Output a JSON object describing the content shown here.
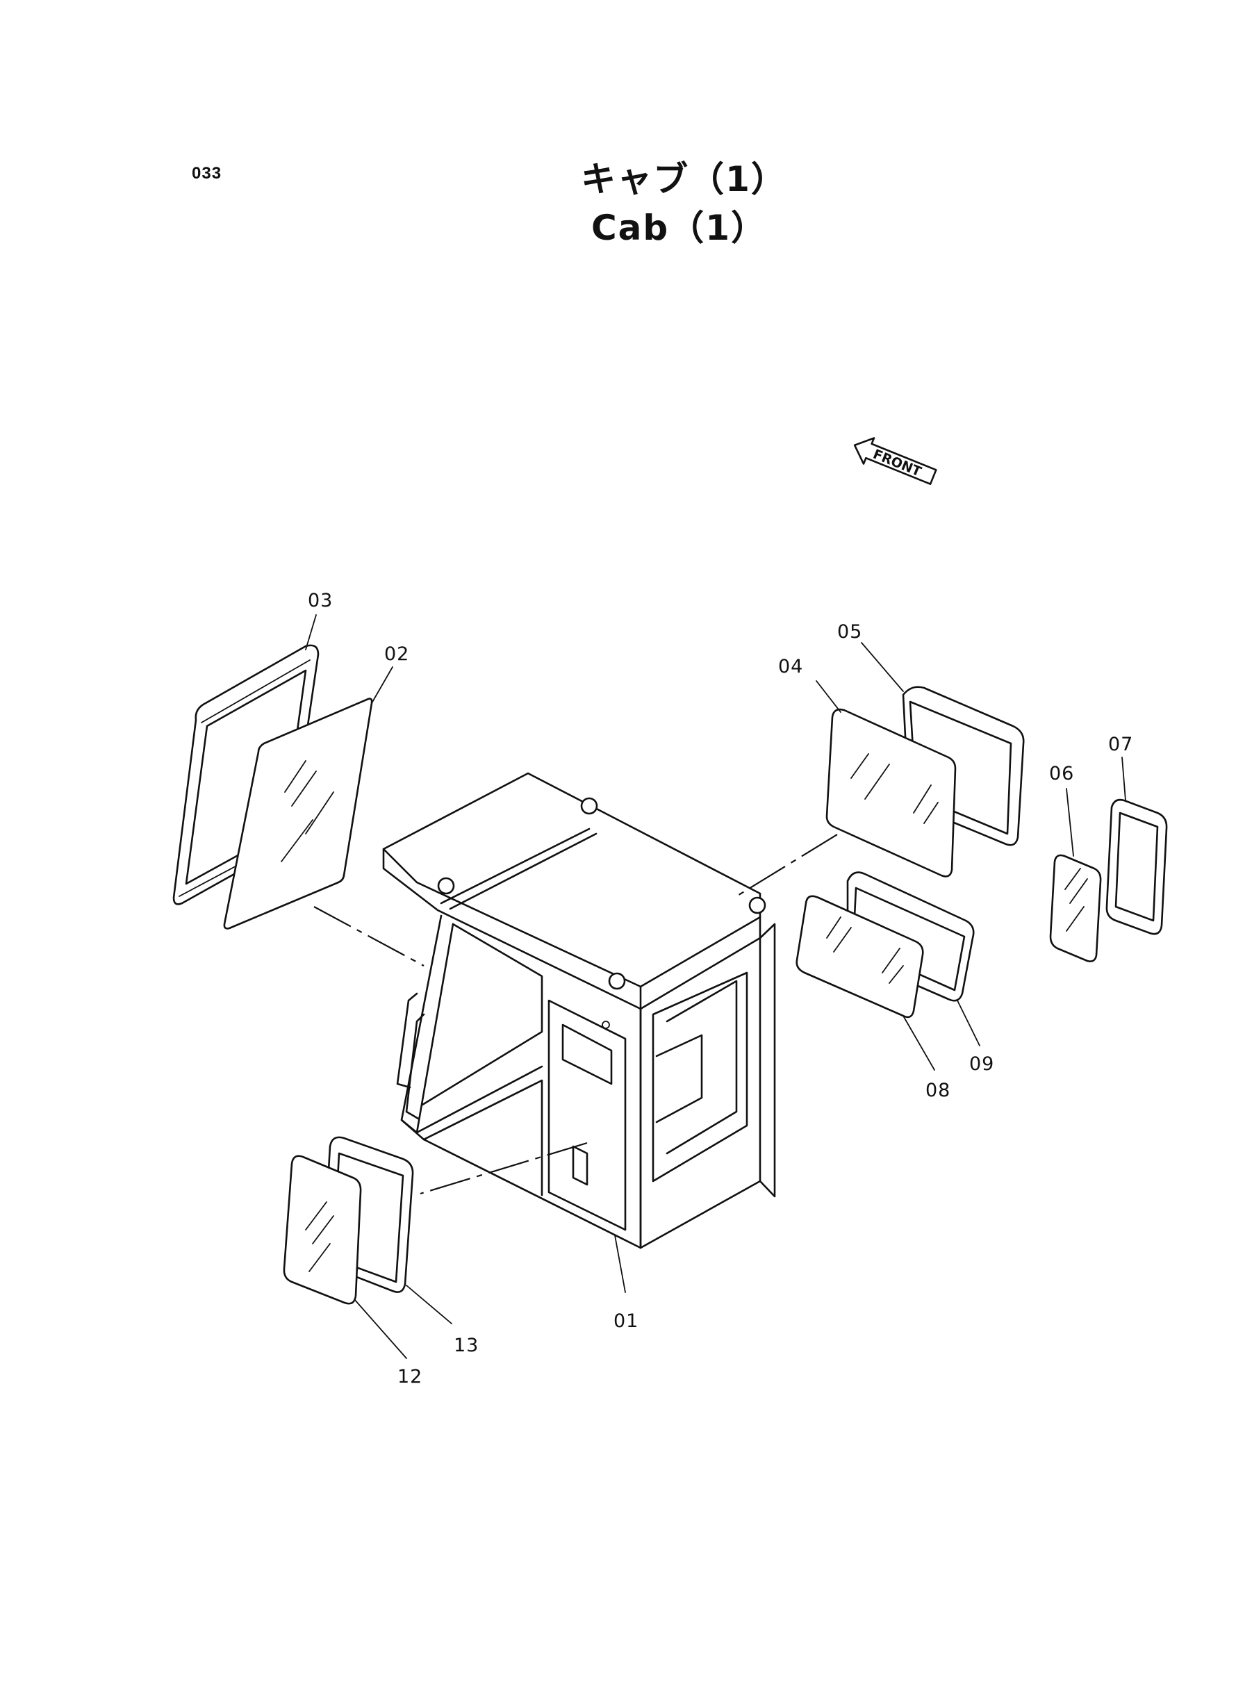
{
  "page": {
    "number": "033"
  },
  "title": {
    "ja": "キャブ（1）",
    "en": "Cab（1）"
  },
  "orientation_marker": {
    "label": "FRONT"
  },
  "callouts": [
    "01",
    "02",
    "03",
    "04",
    "05",
    "06",
    "07",
    "08",
    "09",
    "12",
    "13"
  ]
}
